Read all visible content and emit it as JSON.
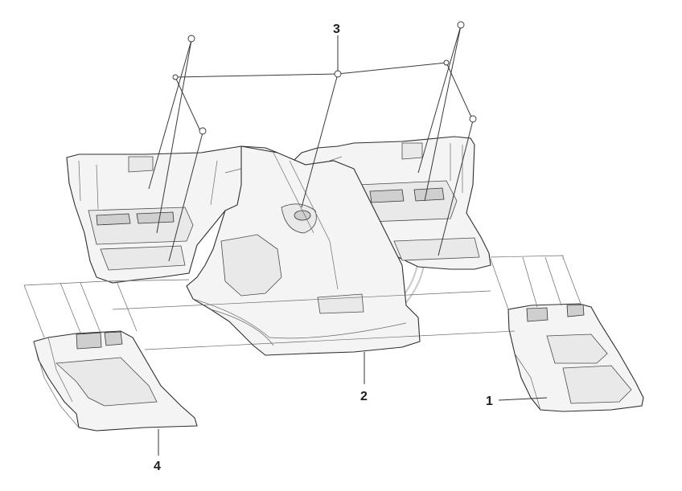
{
  "diagram": {
    "callouts": [
      {
        "id": "1",
        "label": "1"
      },
      {
        "id": "2",
        "label": "2"
      },
      {
        "id": "3",
        "label": "3"
      },
      {
        "id": "4",
        "label": "4"
      }
    ],
    "colors": {
      "line": "#2e2e2e",
      "fill": "#f4f4f4",
      "watermark": "#c8c8c8"
    }
  }
}
